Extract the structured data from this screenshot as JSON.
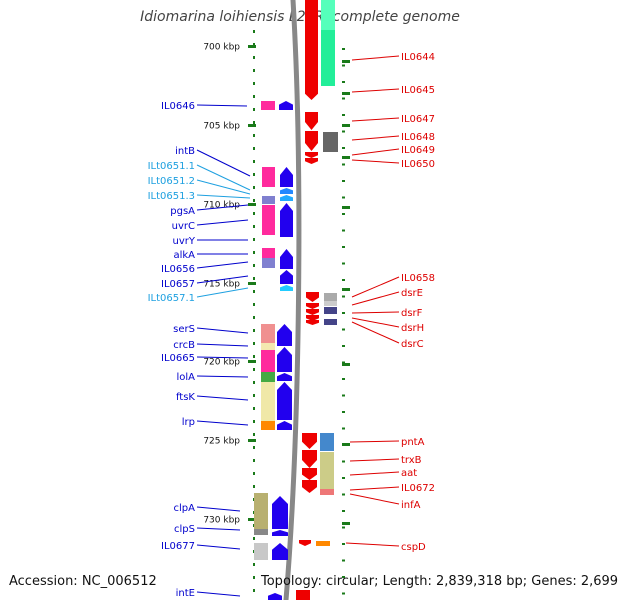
{
  "title": "Idiomarina loihiensis L2TR, complete genome",
  "accession": "Accession: NC_006512",
  "topology": "Topology: circular; Length: 2,839,318 bp; Genes: 2,699",
  "colors": {
    "left_label": "#0000cc",
    "rna_label": "#1ea0e0",
    "right_label": "#dd0000",
    "tick": "#1a7a1a",
    "axis": "#888888",
    "forward_strand": "#2200ee",
    "reverse_strand": "#ee0000"
  },
  "scale_ticks": [
    {
      "label": "700 kbp"
    },
    {
      "label": "705 kbp"
    },
    {
      "label": "710 kbp"
    },
    {
      "label": "715 kbp"
    },
    {
      "label": "720 kbp"
    },
    {
      "label": "725 kbp"
    },
    {
      "label": "730 kbp"
    }
  ],
  "left_labels": [
    {
      "text": "IL0646",
      "kind": "gene"
    },
    {
      "text": "intB",
      "kind": "gene"
    },
    {
      "text": "ILt0651.1",
      "kind": "rna"
    },
    {
      "text": "ILt0651.2",
      "kind": "rna"
    },
    {
      "text": "ILt0651.3",
      "kind": "rna"
    },
    {
      "text": "pgsA",
      "kind": "gene"
    },
    {
      "text": "uvrC",
      "kind": "gene"
    },
    {
      "text": "uvrY",
      "kind": "gene"
    },
    {
      "text": "alkA",
      "kind": "gene"
    },
    {
      "text": "IL0656",
      "kind": "gene"
    },
    {
      "text": "IL0657",
      "kind": "gene"
    },
    {
      "text": "ILt0657.1",
      "kind": "rna"
    },
    {
      "text": "serS",
      "kind": "gene"
    },
    {
      "text": "crcB",
      "kind": "gene"
    },
    {
      "text": "IL0665",
      "kind": "gene"
    },
    {
      "text": "lolA",
      "kind": "gene"
    },
    {
      "text": "ftsK",
      "kind": "gene"
    },
    {
      "text": "lrp",
      "kind": "gene"
    },
    {
      "text": "clpA",
      "kind": "gene"
    },
    {
      "text": "clpS",
      "kind": "gene"
    },
    {
      "text": "IL0677",
      "kind": "gene"
    },
    {
      "text": "intE",
      "kind": "gene"
    }
  ],
  "right_labels": [
    {
      "text": "IL0644"
    },
    {
      "text": "IL0645"
    },
    {
      "text": "IL0647"
    },
    {
      "text": "IL0648"
    },
    {
      "text": "IL0649"
    },
    {
      "text": "IL0650"
    },
    {
      "text": "IL0658"
    },
    {
      "text": "dsrE"
    },
    {
      "text": "dsrF"
    },
    {
      "text": "dsrH"
    },
    {
      "text": "dsrC"
    },
    {
      "text": "pntA"
    },
    {
      "text": "trxB"
    },
    {
      "text": "aat"
    },
    {
      "text": "IL0672"
    },
    {
      "text": "infA"
    },
    {
      "text": "cspD"
    }
  ]
}
